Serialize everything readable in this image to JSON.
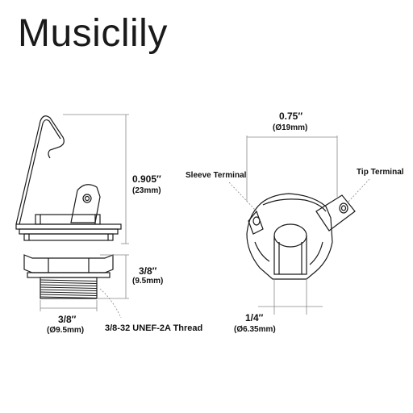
{
  "brand": "Musiclily",
  "side_view": {
    "height_dim": "0.905″",
    "height_dim_metric": "(23mm)",
    "thread_length_dim": "3/8″",
    "thread_length_dim_metric": "(9.5mm)",
    "thread_dia_dim": "3/8″",
    "thread_dia_dim_metric": "(Ø9.5mm)",
    "thread_spec": "3/8-32 UNEF-2A Thread"
  },
  "front_view": {
    "width_dim": "0.75″",
    "width_dim_metric": "(Ø19mm)",
    "sleeve_label": "Sleeve Terminal",
    "tip_label": "Tip Terminal",
    "plug_dim": "1/4″",
    "plug_dim_metric": "(Ø6.35mm)"
  },
  "colors": {
    "line": "#1a1a1a",
    "dimension": "#888888"
  }
}
